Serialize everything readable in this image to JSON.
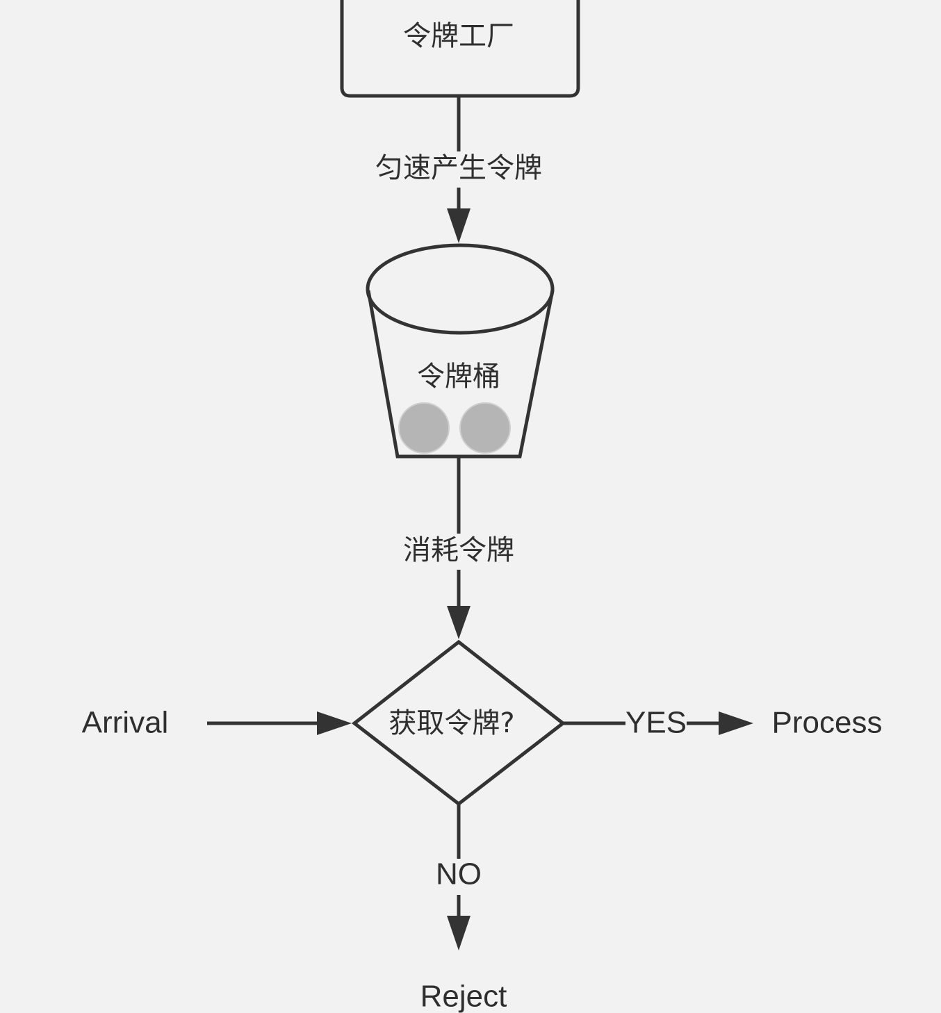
{
  "diagram": {
    "factory_label": "令牌工厂",
    "generate_label": "匀速产生令牌",
    "bucket_label": "令牌桶",
    "consume_label": "消耗令牌",
    "decision_label": "获取令牌?",
    "arrival_label": "Arrival",
    "yes_label": "YES",
    "process_label": "Process",
    "no_label": "NO",
    "reject_label": "Reject",
    "token_count": 2
  },
  "colors": {
    "stroke": "#333333",
    "background": "#f2f2f2",
    "token": "#b5b5b5"
  }
}
